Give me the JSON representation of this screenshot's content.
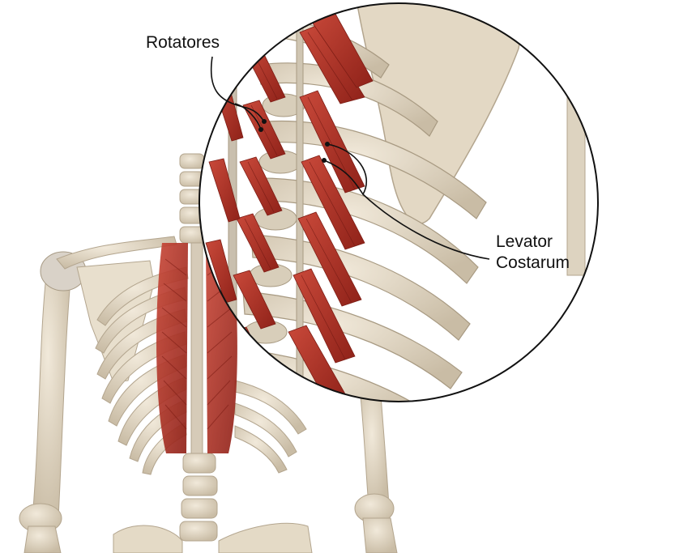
{
  "labels": {
    "rotatores": "Rotatores",
    "levator_line1": "Levator",
    "levator_line2": "Costarum"
  },
  "colors": {
    "bone": "#e6dccb",
    "bone_shadow": "#bdb09a",
    "muscle": "#b8382a",
    "muscle_dark": "#8f2219",
    "outline": "#111111",
    "background": "#ffffff"
  }
}
